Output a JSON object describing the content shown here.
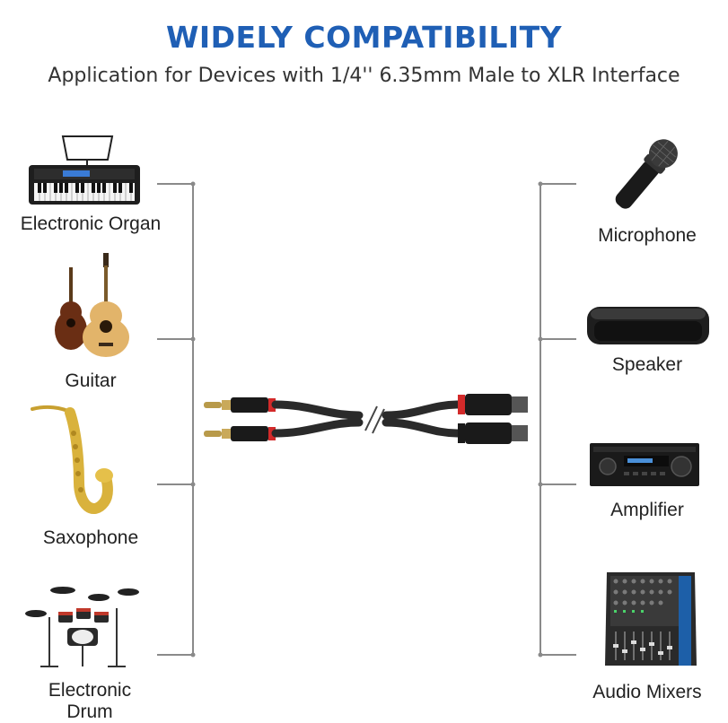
{
  "header": {
    "title": "WIDELY COMPATIBILITY",
    "subtitle": "Application for Devices with 1/4'' 6.35mm Male to XLR Interface"
  },
  "left_devices": [
    {
      "label": "Electronic Organ",
      "icon": "keyboard-icon"
    },
    {
      "label": "Guitar",
      "icon": "guitar-icon"
    },
    {
      "label": "Saxophone",
      "icon": "saxophone-icon"
    },
    {
      "label": "Electronic Drum",
      "icon": "drum-kit-icon"
    }
  ],
  "right_devices": [
    {
      "label": "Microphone",
      "icon": "microphone-icon"
    },
    {
      "label": "Speaker",
      "icon": "speaker-icon"
    },
    {
      "label": "Amplifier",
      "icon": "amplifier-icon"
    },
    {
      "label": "Audio Mixers",
      "icon": "mixer-icon"
    }
  ],
  "colors": {
    "title": "#1f5fb5",
    "connector_lines": "#888888",
    "cable_accent": "#e03030"
  }
}
